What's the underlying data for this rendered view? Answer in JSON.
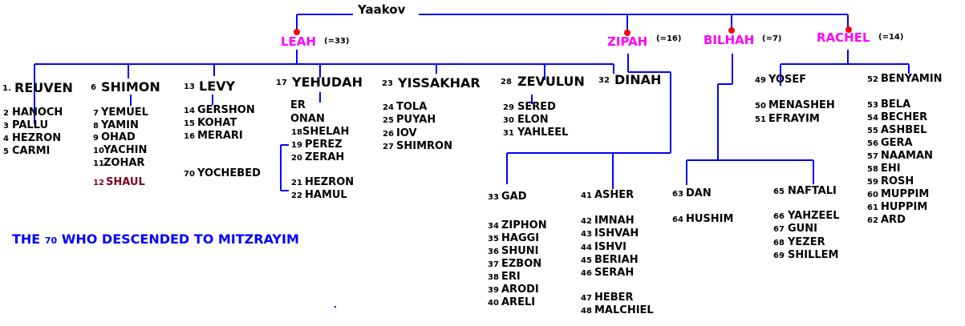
{
  "colors": {
    "line": "#0000ff",
    "wife": "#ff00ff",
    "marker": "#ff0000",
    "highlight": "#800020",
    "caption": "#0000ff"
  },
  "title": "Yaakov",
  "wives": [
    {
      "name": "LEAH",
      "count": "(=33)"
    },
    {
      "name": "ZIPAH",
      "count": "(=16)"
    },
    {
      "name": "BILHAH",
      "count": "(=7)"
    },
    {
      "name": "RACHEL",
      "count": "(=14)"
    }
  ],
  "sons": [
    {
      "num": "1.",
      "name": "REUVEN",
      "children": [
        {
          "num": "2",
          "name": "HANOCH"
        },
        {
          "num": "3",
          "name": "PALLU"
        },
        {
          "num": "4",
          "name": "HEZRON"
        },
        {
          "num": "5",
          "name": "CARMI"
        }
      ]
    },
    {
      "num": "6",
      "name": "SHIMON",
      "children": [
        {
          "num": "7",
          "name": "YEMUEL"
        },
        {
          "num": "8",
          "name": "YAMIN"
        },
        {
          "num": "9",
          "name": "OHAD"
        },
        {
          "num": "10",
          "name": "YACHIN"
        },
        {
          "num": "11",
          "name": "ZOHAR"
        },
        {
          "num": "12",
          "name": "SHAUL"
        }
      ]
    },
    {
      "num": "13",
      "name": "LEVY",
      "children": [
        {
          "num": "14",
          "name": "GERSHON"
        },
        {
          "num": "15",
          "name": "KOHAT"
        },
        {
          "num": "16",
          "name": "MERARI"
        },
        {
          "num": "70",
          "name": "YOCHEBED"
        }
      ]
    },
    {
      "num": "17",
      "name": "YEHUDAH",
      "children": [
        {
          "num": "",
          "name": "ER"
        },
        {
          "num": "",
          "name": "ONAN"
        },
        {
          "num": "18",
          "name": "SHELAH"
        },
        {
          "num": "19",
          "name": "PEREZ"
        },
        {
          "num": "20",
          "name": "ZERAH"
        },
        {
          "num": "21",
          "name": "HEZRON"
        },
        {
          "num": "22",
          "name": "HAMUL"
        }
      ]
    },
    {
      "num": "23",
      "name": "YISSAKHAR",
      "children": [
        {
          "num": "24",
          "name": "TOLA"
        },
        {
          "num": "25",
          "name": "PUYAH"
        },
        {
          "num": "26",
          "name": "IOV"
        },
        {
          "num": "27",
          "name": "SHIMRON"
        }
      ]
    },
    {
      "num": "28",
      "name": "ZEVULUN",
      "children": [
        {
          "num": "29",
          "name": "SERED"
        },
        {
          "num": "30",
          "name": "ELON"
        },
        {
          "num": "31",
          "name": "YAHLEEL"
        }
      ]
    },
    {
      "num": "32",
      "name": "DINAH",
      "children": []
    },
    {
      "num": "33",
      "name": "GAD",
      "children": [
        {
          "num": "34",
          "name": "ZIPHON"
        },
        {
          "num": "35",
          "name": "HAGGI"
        },
        {
          "num": "36",
          "name": "SHUNI"
        },
        {
          "num": "37",
          "name": "EZBON"
        },
        {
          "num": "38",
          "name": "ERI"
        },
        {
          "num": "39",
          "name": "ARODI"
        },
        {
          "num": "40",
          "name": "ARELI"
        }
      ]
    },
    {
      "num": "41",
      "name": "ASHER",
      "children": [
        {
          "num": "42",
          "name": "IMNAH"
        },
        {
          "num": "43",
          "name": "ISHVAH"
        },
        {
          "num": "44",
          "name": "ISHVI"
        },
        {
          "num": "45",
          "name": "BERIAH"
        },
        {
          "num": "46",
          "name": "SERAH"
        },
        {
          "num": "47",
          "name": "HEBER"
        },
        {
          "num": "48",
          "name": "MALCHIEL"
        }
      ]
    },
    {
      "num": "63",
      "name": "DAN",
      "children": [
        {
          "num": "64",
          "name": "HUSHIM"
        }
      ]
    },
    {
      "num": "65",
      "name": "NAFTALI",
      "children": [
        {
          "num": "66",
          "name": "YAHZEEL"
        },
        {
          "num": "67",
          "name": "GUNI"
        },
        {
          "num": "68",
          "name": "YEZER"
        },
        {
          "num": "69",
          "name": "SHILLEM"
        }
      ]
    },
    {
      "num": "49",
      "name": "YOSEF",
      "children": [
        {
          "num": "50",
          "name": "MENASHEH"
        },
        {
          "num": "51",
          "name": "EFRAYIM"
        }
      ]
    },
    {
      "num": "52",
      "name": "BENYAMIN",
      "children": [
        {
          "num": "53",
          "name": "BELA"
        },
        {
          "num": "54",
          "name": "BECHER"
        },
        {
          "num": "55",
          "name": "ASHBEL"
        },
        {
          "num": "56",
          "name": "GERA"
        },
        {
          "num": "57",
          "name": "NAAMAN"
        },
        {
          "num": "58",
          "name": "EHI"
        },
        {
          "num": "59",
          "name": "ROSH"
        },
        {
          "num": "60",
          "name": "MUPPIM"
        },
        {
          "num": "61",
          "name": "HUPPIM"
        },
        {
          "num": "62",
          "name": "ARD"
        }
      ]
    }
  ],
  "caption": {
    "pre": "THE",
    "num": "70",
    "post": "WHO DESCENDED TO MITZRAYIM"
  }
}
